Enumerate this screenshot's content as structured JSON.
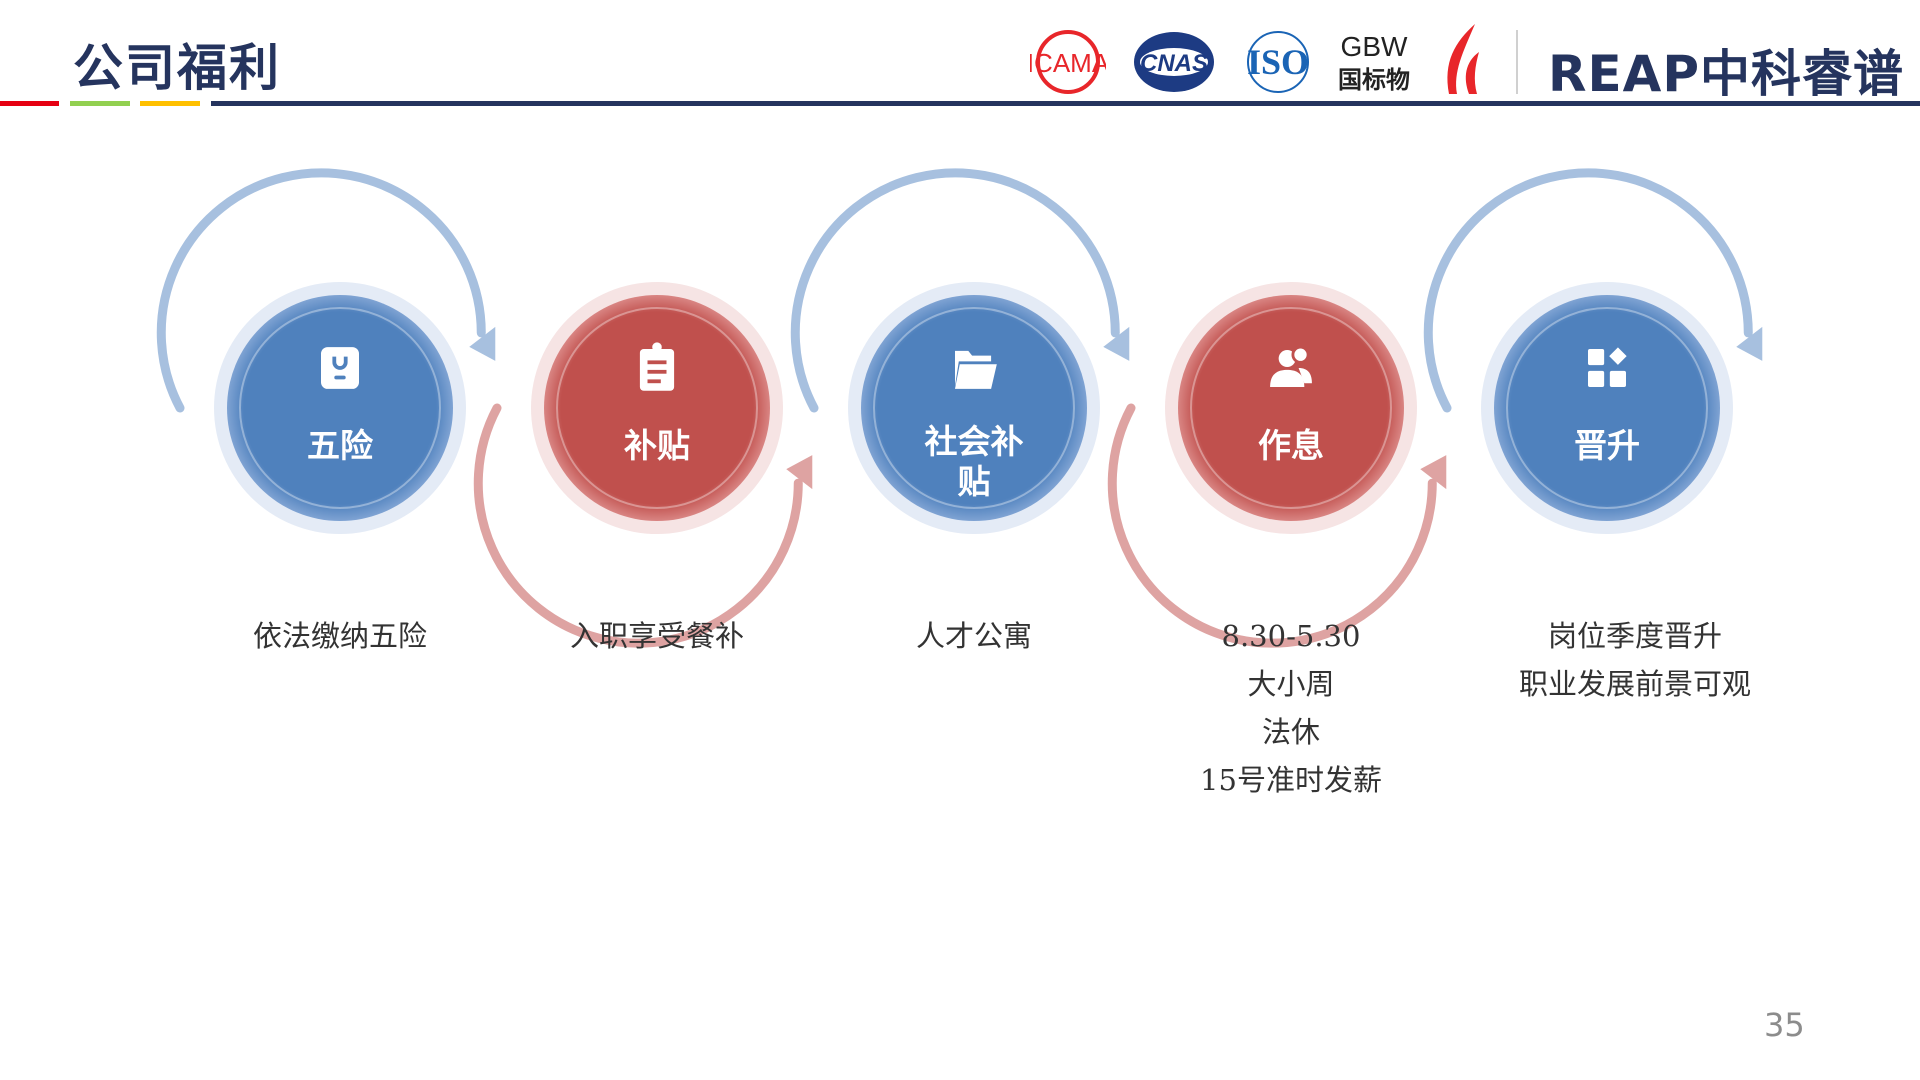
{
  "header": {
    "title": "公司福利",
    "accent_bars": [
      "#e60012",
      "#92d050",
      "#ffc000",
      "#25345e"
    ],
    "logos": {
      "icama": "ICAMA",
      "cnas": "CNAS",
      "iso": "ISO",
      "gbw_top": "GBW",
      "gbw_bottom": "国标物",
      "brand": "REAP中科睿谱"
    }
  },
  "colors": {
    "blue": "#4f81bd",
    "red": "#c0504d",
    "blue_light": "#a7c0df",
    "red_light": "#dea3a2"
  },
  "benefits": [
    {
      "title": "五险",
      "icon": "id-badge-icon",
      "color": "blue",
      "desc": [
        "依法缴纳五险"
      ]
    },
    {
      "title": "补贴",
      "icon": "clipboard-icon",
      "color": "red",
      "desc": [
        "入职享受餐补"
      ]
    },
    {
      "title": "社会补贴",
      "icon": "folder-icon",
      "color": "blue",
      "desc": [
        "人才公寓"
      ]
    },
    {
      "title": "作息",
      "icon": "users-icon",
      "color": "red",
      "desc": [
        "8.30-5.30",
        "大小周",
        "法休",
        "15号准时发薪"
      ]
    },
    {
      "title": "晋升",
      "icon": "apps-icon",
      "color": "blue",
      "desc": [
        "岗位季度晋升",
        "职业发展前景可观"
      ]
    }
  ],
  "page_number": "35"
}
